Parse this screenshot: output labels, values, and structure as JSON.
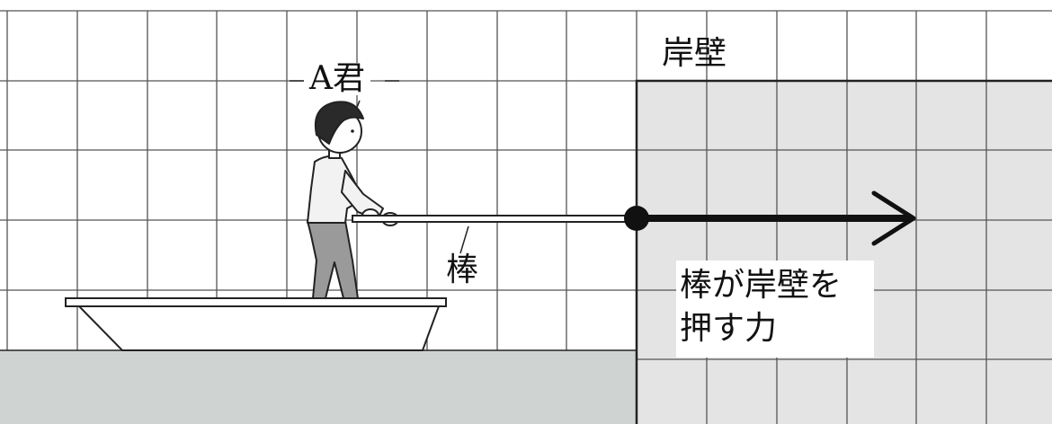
{
  "labels": {
    "person": "A君",
    "wall": "岸壁",
    "rod": "棒",
    "force_line1": "棒が岸壁を",
    "force_line2": "押す力"
  },
  "colors": {
    "grid_line": "#555555",
    "wall_fill": "#e4e4e4",
    "water_fill": "#cfd4d2",
    "boat_fill": "#ffffff",
    "arrow": "#111111",
    "outline": "#222222",
    "shirt": "#f2f2f2",
    "pants": "#9a9a9a",
    "hair": "#2a2a2a"
  },
  "icons": {
    "force_arrow": "right-arrow",
    "contact_point": "filled-circle"
  }
}
